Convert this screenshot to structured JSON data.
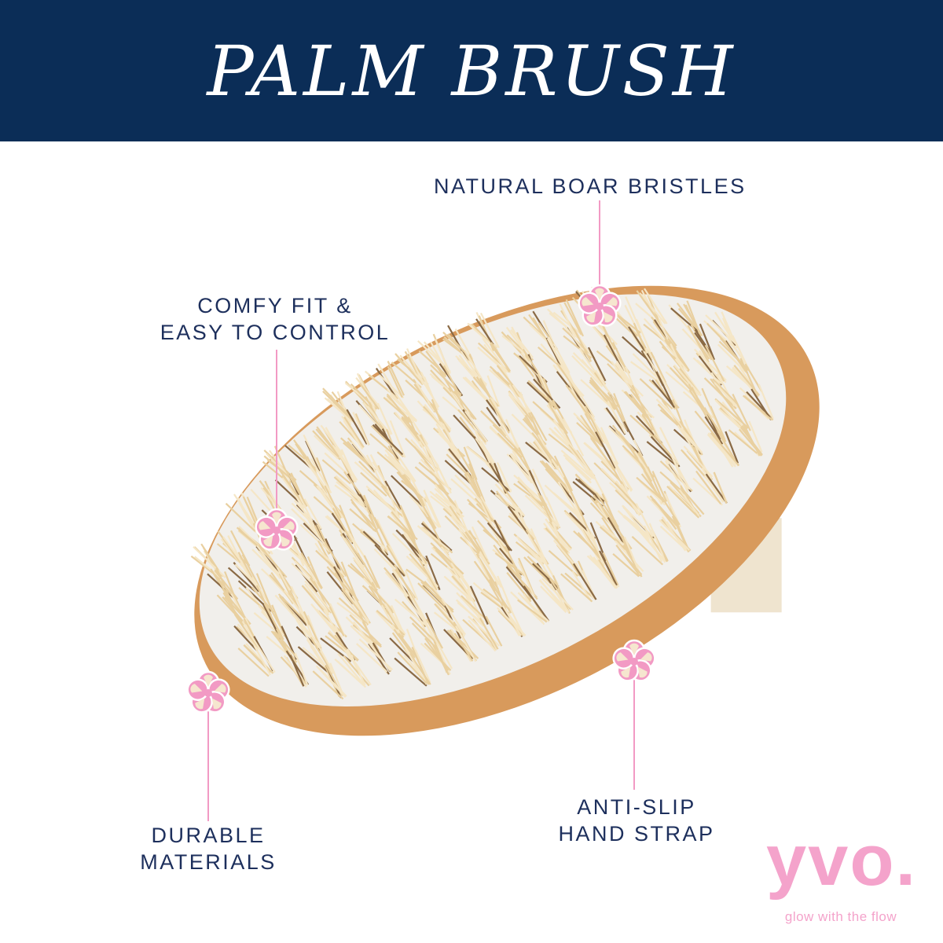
{
  "header": {
    "title": "PALM BRUSH"
  },
  "callouts": {
    "bristles": "NATURAL BOAR BRISTLES",
    "fit_line1": "COMFY FIT &",
    "fit_line2": "EASY TO CONTROL",
    "durable_line1": "DURABLE",
    "durable_line2": "MATERIALS",
    "strap_line1": "ANTI-SLIP",
    "strap_line2": "HAND STRAP"
  },
  "logo": {
    "brand": "yvo.",
    "tagline": "glow with the flow"
  },
  "colors": {
    "navy": "#0b2d57",
    "pink": "#f29ac4",
    "wood": "#d89a5c",
    "bristle": "#e9d0a0"
  }
}
